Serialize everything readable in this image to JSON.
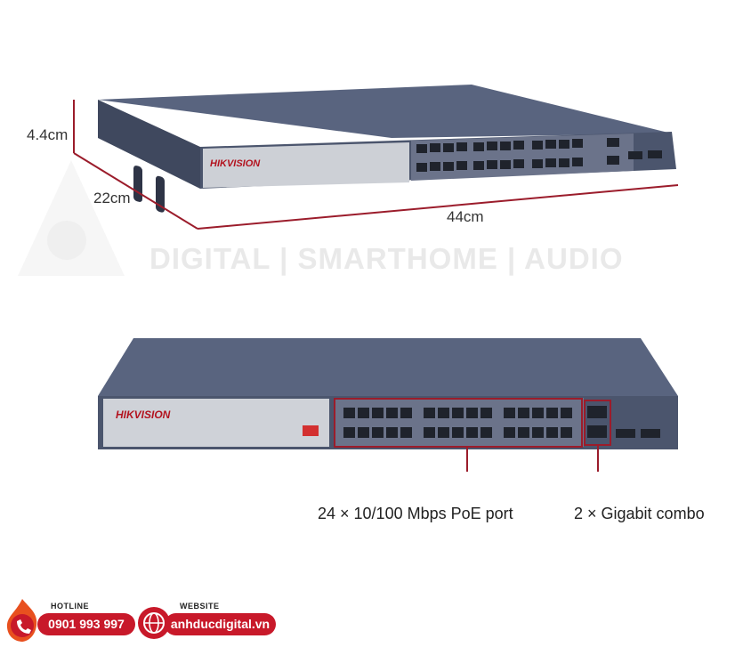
{
  "image": {
    "dimensions": {
      "height": "4.4cm",
      "depth": "22cm",
      "width": "44cm"
    },
    "watermark": "DIGITAL | SMARTHOME | AUDIO",
    "device_brand": "HIKVISION",
    "callouts": {
      "poe_ports": "24 × 10/100 Mbps PoE port",
      "gigabit_combo": "2 × Gigabit combo"
    },
    "footer": {
      "hotline_tag": "HOTLINE",
      "hotline_number": "0901 993 997",
      "website_tag": "WEBSITE",
      "website_url": "anhducdigital.vn"
    },
    "colors": {
      "accent_red": "#c8192a",
      "device_body": "#4f5a73",
      "device_faceplate": "#c9ccd2"
    },
    "icons": [
      "phone-flame-icon",
      "globe-icon"
    ]
  }
}
